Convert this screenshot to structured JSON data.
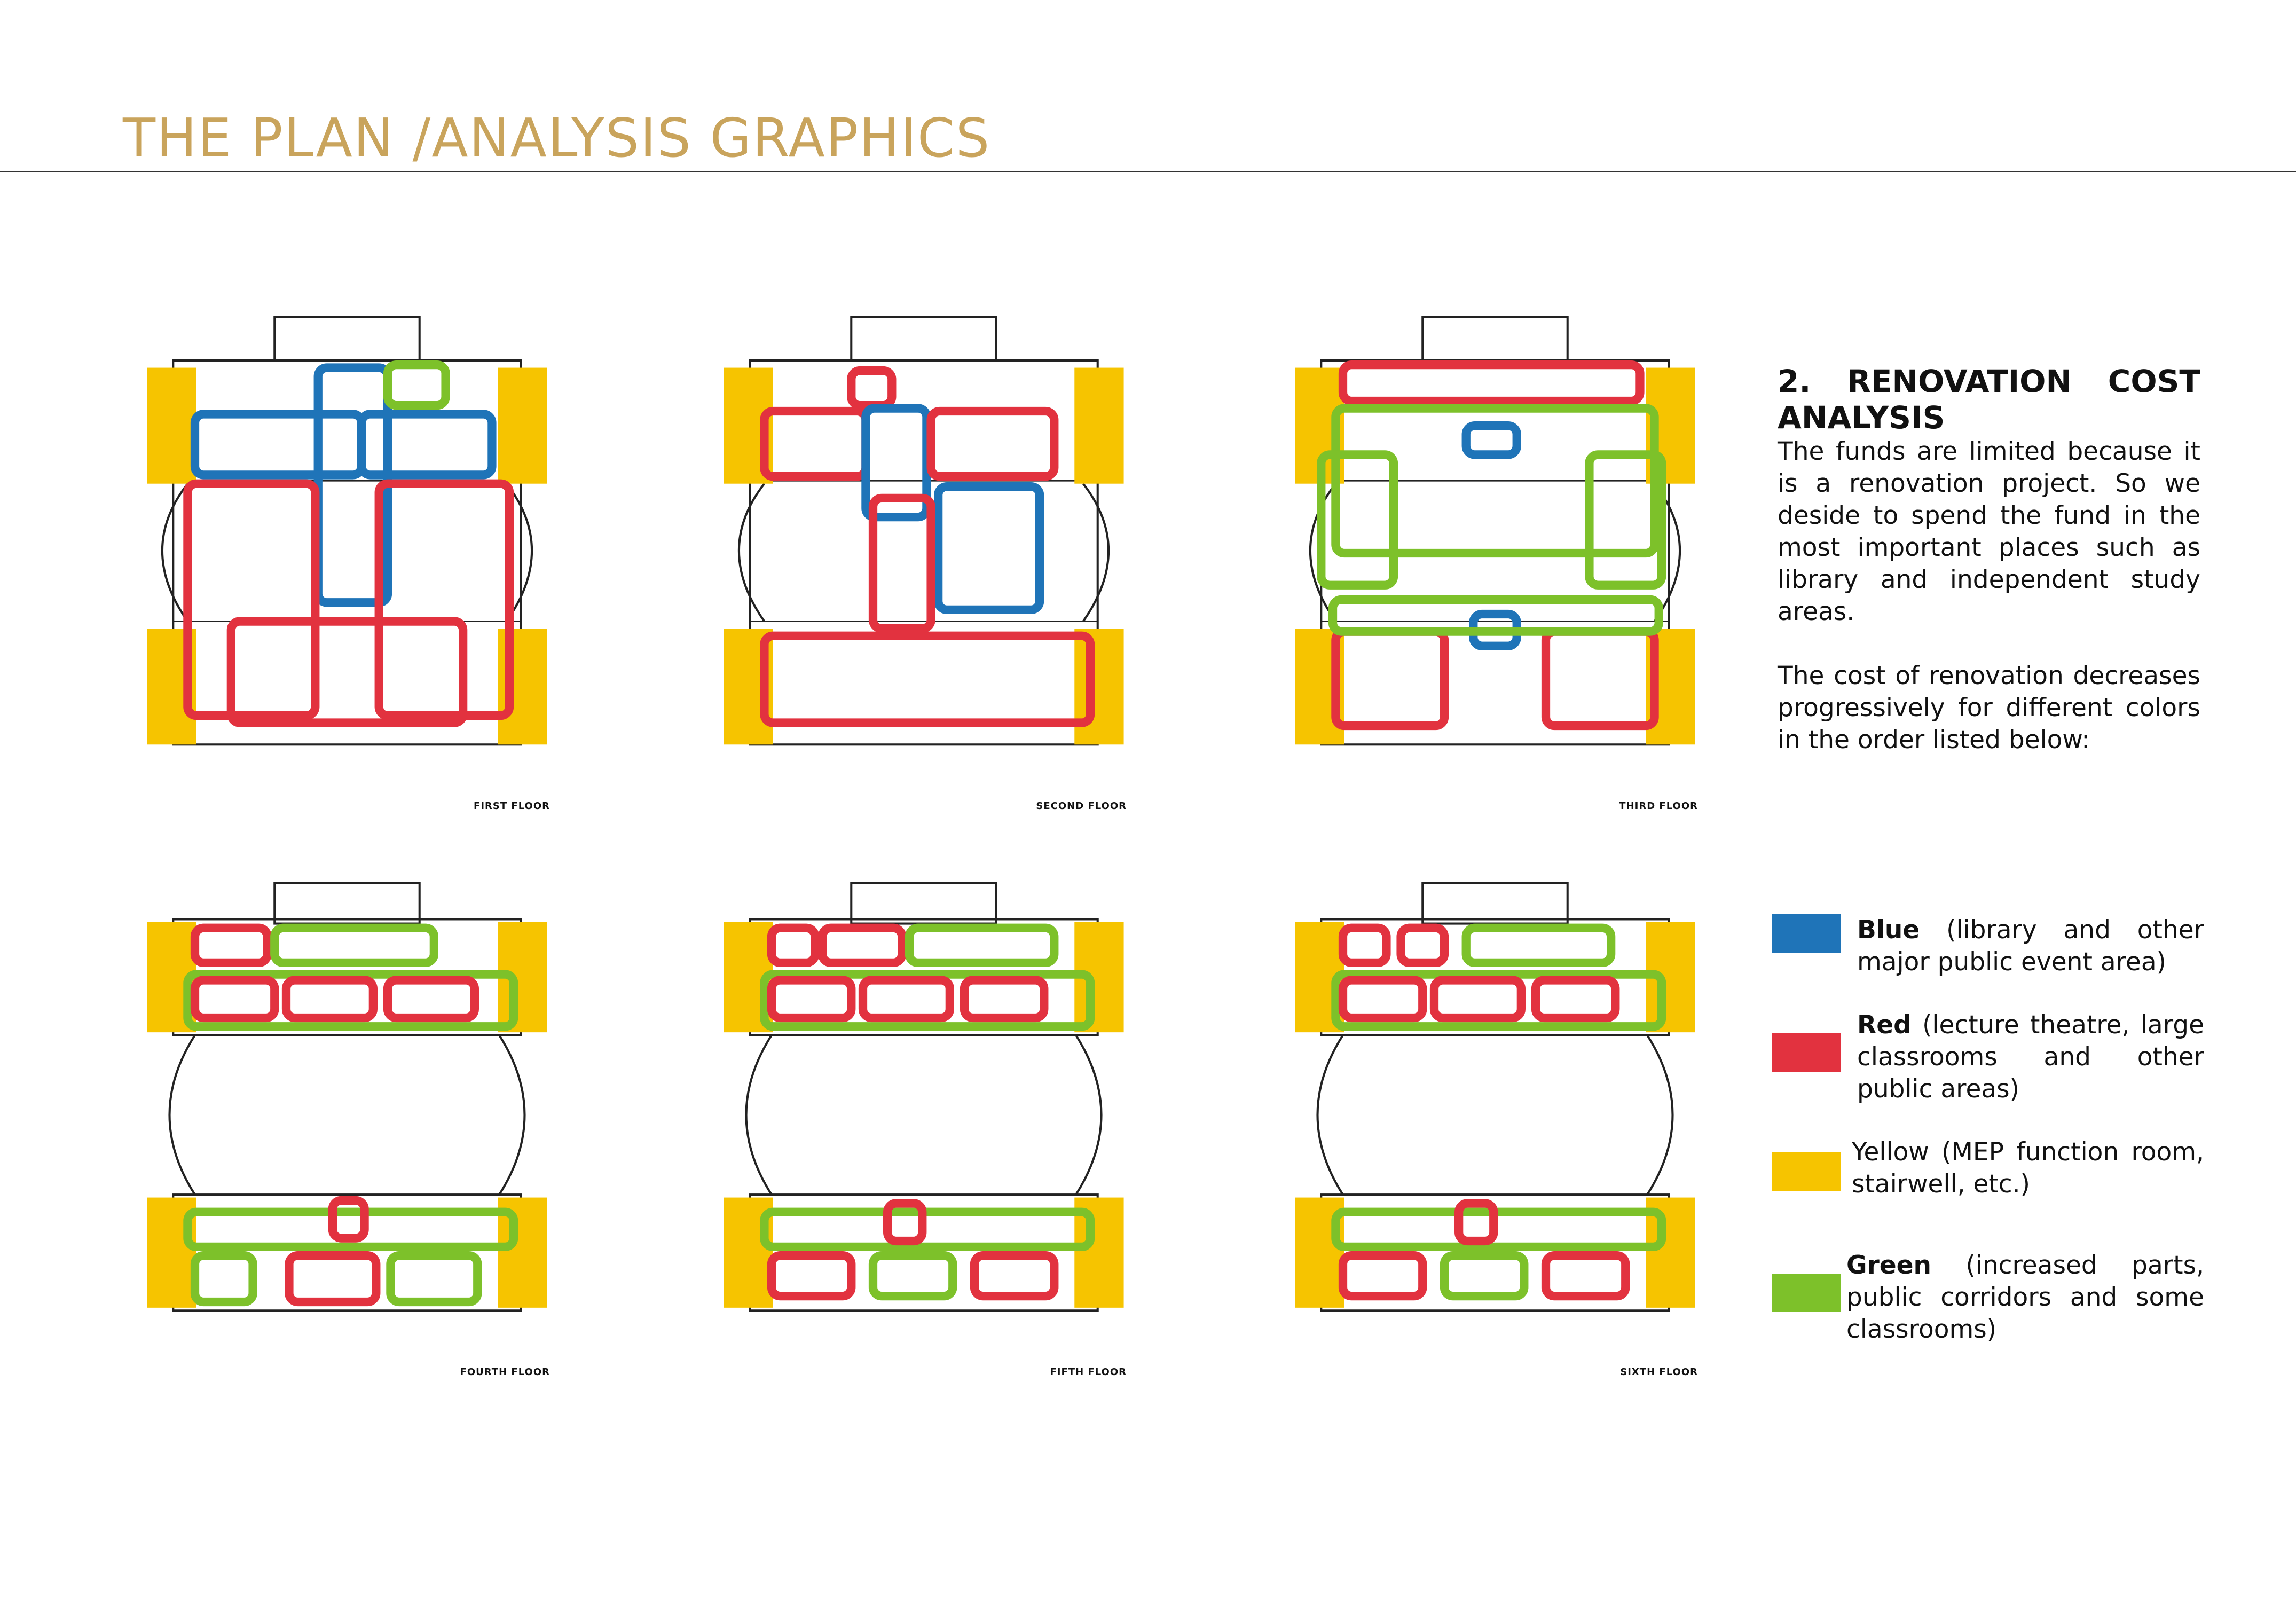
{
  "header": {
    "title": "THE PLAN /ANALYSIS GRAPHICS"
  },
  "plans": [
    {
      "label": "FIRST FLOOR"
    },
    {
      "label": "SECOND FLOOR"
    },
    {
      "label": "THIRD FLOOR"
    },
    {
      "label": "FOURTH FLOOR"
    },
    {
      "label": "FIFTH FLOOR"
    },
    {
      "label": "SIXTH FLOOR"
    }
  ],
  "analysis": {
    "heading": "2. RENOVATION COST ANALYSIS",
    "paragraph1": "The funds are limited because it is a  renovation project. So we deside to spend the fund in the most important places such as library and independent study areas.",
    "paragraph2": "The cost of renovation decreases progressively for different colors in the order listed below:"
  },
  "legend": [
    {
      "name": "Blue",
      "desc": "(library and other major public event area)",
      "color": "#1F74B8"
    },
    {
      "name": "Red",
      "desc": "(lecture theatre, large classrooms and other public areas)",
      "color": "#E2323F"
    },
    {
      "name": "Yellow",
      "desc": "(MEP function room, stairwell, etc.)",
      "color": "#F6C400"
    },
    {
      "name": "Green",
      "desc": "(increased parts, public corridors and some classrooms)",
      "color": "#7DC12A"
    }
  ]
}
